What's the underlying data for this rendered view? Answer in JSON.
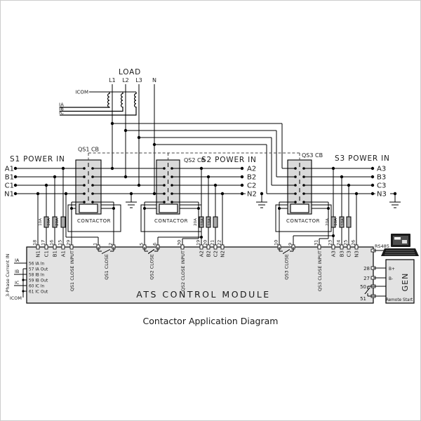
{
  "caption": "Contactor Application Diagram",
  "load": {
    "title": "LOAD",
    "terminals": [
      "L1",
      "L2",
      "L3",
      "N"
    ]
  },
  "ct": {
    "common": "ICOM",
    "phases": [
      "IA",
      "IB",
      "IC"
    ]
  },
  "breakers": [
    {
      "label": "QS1 CB",
      "contactor": "CONTACTOR"
    },
    {
      "label": "QS2 CB",
      "contactor": "CONTACTOR"
    },
    {
      "label": "QS3 CB",
      "contactor": "CONTACTOR"
    }
  ],
  "sources": [
    {
      "title": "S1 POWER IN",
      "phases": [
        "A1",
        "B1",
        "C1",
        "N1"
      ]
    },
    {
      "title": "S2 POWER IN",
      "phases": [
        "A2",
        "B2",
        "C2",
        "N2"
      ]
    },
    {
      "title": "S3 POWER IN",
      "phases": [
        "A3",
        "B3",
        "C3",
        "N3"
      ]
    }
  ],
  "fuses": [
    [
      "10A",
      "10A",
      "20A"
    ],
    [
      "20A",
      "10A",
      "10A"
    ],
    [
      "20A",
      "10A",
      "10A"
    ]
  ],
  "module": {
    "title": "ATS CONTROL MODULE",
    "left_title": "3-Phase Current IN",
    "ct_wires": [
      "IA",
      "IB",
      "IC",
      "ICOM"
    ],
    "ct_terminals": [
      "56 IA In",
      "57 IA Out",
      "58 IB In",
      "59 IB Out",
      "60 IC In",
      "61 IC Out"
    ],
    "s1_terminals": [
      {
        "n": "18",
        "label": "N1"
      },
      {
        "n": "17",
        "label": "C1"
      },
      {
        "n": "16",
        "label": "B1"
      },
      {
        "n": "15",
        "label": "A1"
      }
    ],
    "s2_terminals": [
      {
        "n": "19",
        "label": "A2"
      },
      {
        "n": "20",
        "label": "B2"
      },
      {
        "n": "21",
        "label": "C2"
      },
      {
        "n": "22",
        "label": "N2"
      }
    ],
    "s3_terminals": [
      {
        "n": "23",
        "label": "A3"
      },
      {
        "n": "24",
        "label": "B3"
      },
      {
        "n": "25",
        "label": "C3"
      },
      {
        "n": "26",
        "label": "N3"
      }
    ],
    "close_inputs": [
      {
        "n": "29",
        "label": "QS1 CLOSE  INPUT"
      },
      {
        "n": "30",
        "label": "QS2 CLOSE  INPUT"
      },
      {
        "n": "31",
        "label": "QS3 CLOSE  INPUT"
      }
    ],
    "close_outputs": [
      {
        "a": "1",
        "b": "2",
        "label": "QS1 CLOSE"
      },
      {
        "a": "5",
        "b": "6",
        "label": "QS2 CLOSE"
      },
      {
        "a": "10",
        "b": "9",
        "label": "QS3 CLOSE"
      }
    ],
    "comm": {
      "label": "RS485"
    },
    "gen_terminals": [
      "28",
      "27",
      "50",
      "51"
    ]
  },
  "gen": {
    "b_plus": "B+",
    "b_minus": "B-",
    "title": "GEN",
    "remote_start": "Remote Start"
  },
  "colors": {
    "line": "#000000",
    "breaker_fill": "#d9d9d9",
    "module_fill": "#e3e3e3",
    "fuse_fill": "#a8a8a8"
  }
}
